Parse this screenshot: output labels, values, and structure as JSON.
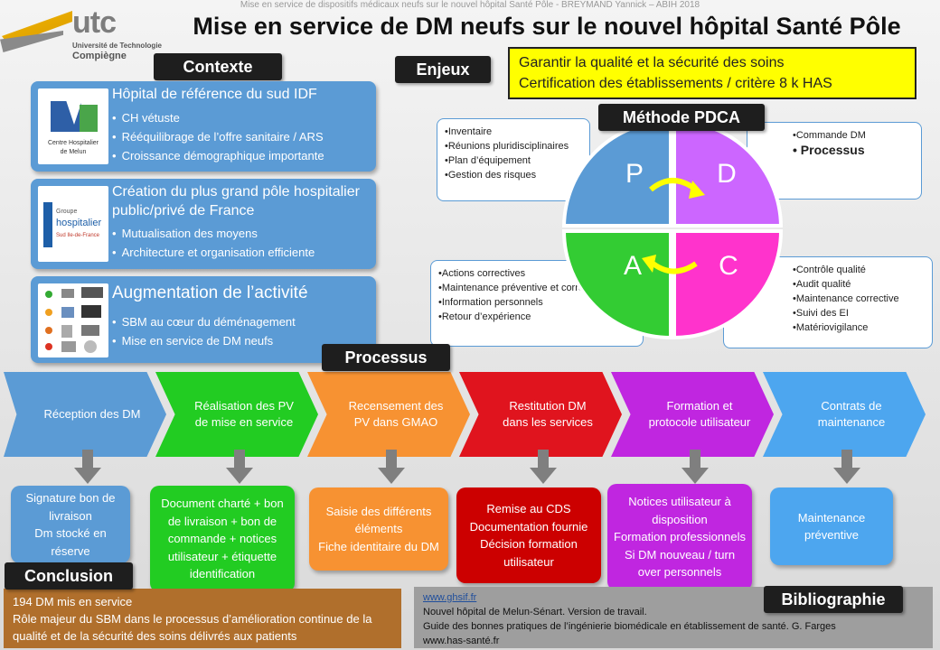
{
  "header": {
    "caption": "Mise en service de dispositifs médicaux neufs sur le nouvel hôpital Santé Pôle - BREYMAND Yannick – ABIH 2018",
    "logo_name": "utc",
    "logo_sub1": "Université de Technologie",
    "logo_sub2": "Compiègne",
    "title": "Mise en service de DM neufs sur le nouvel hôpital Santé Pôle"
  },
  "contexte": {
    "label": "Contexte",
    "cards": [
      {
        "title": "Hôpital de référence du sud IDF",
        "items": [
          "CH vétuste",
          "Rééquilibrage de l’offre sanitaire / ARS",
          "Croissance démographique importante"
        ],
        "thumb_text": [
          "Centre Hospitalier",
          "de Melun"
        ]
      },
      {
        "title": "Création du plus grand pôle hospitalier public/privé de France",
        "items": [
          "Mutualisation des moyens",
          "Architecture et organisation efficiente"
        ],
        "thumb_text": [
          "Groupe",
          "hospitalier",
          "Sud Ile-de-France"
        ]
      },
      {
        "title": "Augmentation de l’activité",
        "items": [
          "SBM au cœur du déménagement",
          "Mise en service de DM neufs"
        ]
      }
    ]
  },
  "enjeux": {
    "label": "Enjeux",
    "lines": [
      "Garantir la qualité et la sécurité des soins",
      "Certification des établissements / critère 8 k HAS"
    ]
  },
  "pdca": {
    "label": "Méthode PDCA",
    "letters": {
      "p": "P",
      "d": "D",
      "c": "C",
      "a": "A"
    },
    "colors": {
      "p": "#5b9bd5",
      "d": "#cc66ff",
      "c": "#ff33cc",
      "a": "#33cc33",
      "arrow": "#ffff00"
    },
    "plan": [
      "Inventaire",
      "Réunions pluridisciplinaires",
      "Plan d’équipement",
      "Gestion des risques"
    ],
    "do": [
      "Commande DM"
    ],
    "do_big": "Processus",
    "check": [
      "Contrôle qualité",
      "Audit qualité",
      "Maintenance corrective",
      "Suivi des EI",
      "Matériovigilance"
    ],
    "act": [
      "Actions correctives",
      "Maintenance préventive et corrective",
      "Information personnels",
      "Retour d’expérience"
    ]
  },
  "processus": {
    "label": "Processus",
    "steps": [
      {
        "label": "Réception des DM",
        "color": "#5b9bd5",
        "result": "Signature bon de livraison\nDm stocké en réserve",
        "result_color": "#5b9bd5"
      },
      {
        "label": "Réalisation des PV de mise en service",
        "color": "#22cc22",
        "result": "Document charté + bon de livraison + bon de commande + notices utilisateur + étiquette identification",
        "result_color": "#22cc22"
      },
      {
        "label": "Recensement des PV dans GMAO",
        "color": "#f79232",
        "result": "Saisie des différents éléments\nFiche identitaire du DM",
        "result_color": "#f79232"
      },
      {
        "label": "Restitution DM dans les services",
        "color": "#e0141e",
        "result": "Remise au CDS\nDocumentation fournie\nDécision formation utilisateur",
        "result_color": "#cc0000"
      },
      {
        "label": "Formation et protocole utilisateur",
        "color": "#c026e0",
        "result": "Notices utilisateur à disposition\nFormation professionnels\nSi DM nouveau / turn over personnels",
        "result_color": "#c026e0"
      },
      {
        "label": "Contrats de maintenance",
        "color": "#4da6ef",
        "result": "Maintenance préventive",
        "result_color": "#4da6ef"
      }
    ]
  },
  "conclusion": {
    "label": "Conclusion",
    "lines": [
      "194 DM mis en service",
      "Rôle majeur du SBM dans le processus d’amélioration continue de la qualité et de la sécurité des soins délivrés aux patients"
    ]
  },
  "bibliographie": {
    "label": "Bibliographie",
    "link1": "www.ghsif.fr",
    "line2": "Nouvel hôpital de Melun-Sénart. Version de travail.",
    "line3": "Guide des bonnes pratiques de l’ingénierie biomédicale en établissement de santé. G. Farges",
    "line4": "www.has-santé.fr"
  }
}
